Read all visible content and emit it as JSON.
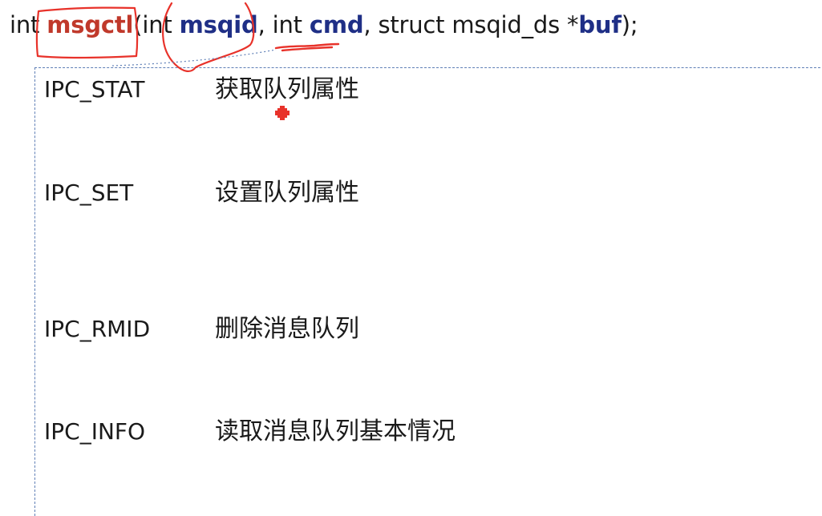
{
  "signature": {
    "tokens": [
      {
        "text": "int ",
        "style": "plain"
      },
      {
        "text": "msgctl",
        "style": "func"
      },
      {
        "text": "(int ",
        "style": "plain"
      },
      {
        "text": "msqid",
        "style": "param"
      },
      {
        "text": ", int ",
        "style": "plain"
      },
      {
        "text": "cmd",
        "style": "param"
      },
      {
        "text": ", struct msqid_ds *",
        "style": "plain"
      },
      {
        "text": "buf",
        "style": "param"
      },
      {
        "text": ");",
        "style": "plain"
      }
    ]
  },
  "commands": [
    {
      "name": "IPC_STAT",
      "desc": "获取队列属性"
    },
    {
      "name": "IPC_SET",
      "desc": "设置队列属性"
    },
    {
      "name": "IPC_RMID",
      "desc": "删除消息队列"
    },
    {
      "name": "IPC_INFO",
      "desc": "读取消息队列基本情况"
    }
  ],
  "colors": {
    "function_name": "#c0392b",
    "parameter": "#1f2f86",
    "annotation_ink": "#e8322a",
    "box_border": "#5f7fb6"
  }
}
